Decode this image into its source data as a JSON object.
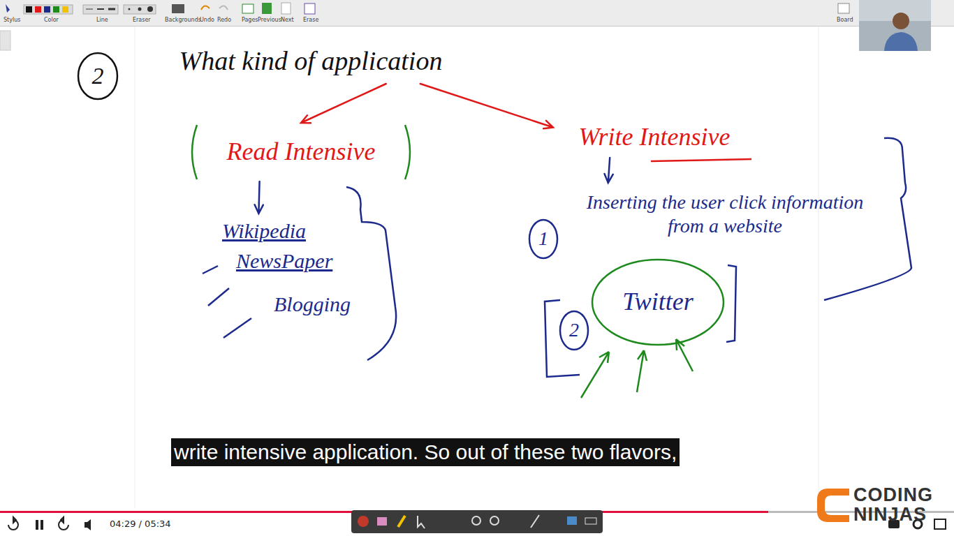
{
  "diagram": {
    "nodes": [
      {
        "text": [
          "2"
        ]
      },
      {
        "text": [
          "What kind of application"
        ]
      },
      {
        "text": [
          "Read Intensive"
        ]
      },
      {
        "text": [
          "Write Intensive"
        ]
      },
      {
        "text": [
          "Wikipedia"
        ]
      },
      {
        "text": [
          "1"
        ]
      },
      {
        "text": [
          "Inserting the user click information from a website"
        ]
      },
      {
        "text": [
          "2"
        ]
      },
      {
        "text": [
          "Twitter"
        ]
      }
    ],
    "edges": [
      {
        "from": 1,
        "to": 2,
        "arrow": "to"
      },
      {
        "from": 1,
        "to": 3,
        "arrow": "to"
      },
      {
        "from": 2,
        "to": 4,
        "arrow": "to"
      },
      {
        "from": 3,
        "to": 6,
        "arrow": "to"
      }
    ],
    "labels": [
      "NewsPaper",
      "Blogging",
      "write intensive application. So out of these two flavors,",
      "04:29 / 05:34",
      "CODING",
      "NINJAS",
      "Stylus",
      "Color",
      "Line",
      "Eraser",
      "Backgrounds",
      "Undo",
      "Redo",
      "Pages",
      "Previous",
      "Next",
      "Erase",
      "Board"
    ]
  }
}
